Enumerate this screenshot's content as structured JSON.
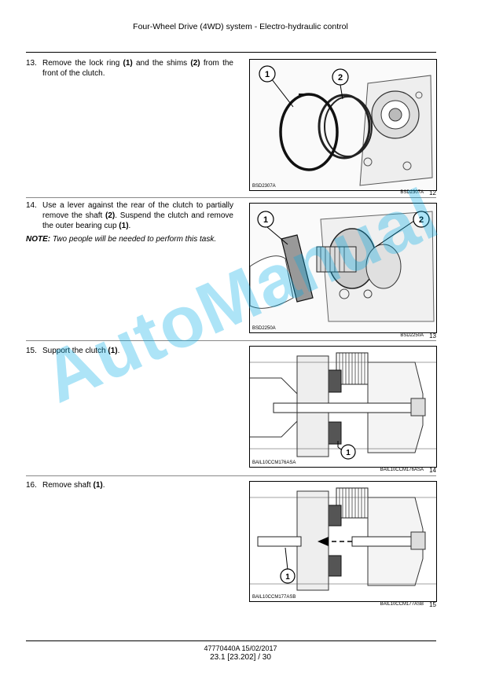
{
  "header": {
    "title": "Four-Wheel Drive (4WD) system - Electro-hydraulic control"
  },
  "steps": [
    {
      "num": "13.",
      "parts": [
        "Remove the lock ring ",
        "(1)",
        " and the shims ",
        "(2)",
        " from the front of the clutch."
      ]
    },
    {
      "num": "14.",
      "parts": [
        "Use a lever against the rear of the clutch to partially remove the shaft ",
        "(2)",
        ". Suspend the clutch and remove the outer bearing cup ",
        "(1)",
        "."
      ]
    },
    {
      "num": "15.",
      "parts": [
        "Support the clutch ",
        "(1)",
        "."
      ]
    },
    {
      "num": "16.",
      "parts": [
        "Remove shaft ",
        "(1)",
        "."
      ]
    }
  ],
  "note": {
    "label": "NOTE:",
    "text": " Two people will be needed to perform this task."
  },
  "figures": [
    {
      "inner_code": "BSD2307A",
      "code": "BSD2307A",
      "number": "12",
      "callouts": [
        "1",
        "2"
      ]
    },
    {
      "inner_code": "BSD2250A",
      "code": "BSD2250A",
      "number": "13",
      "callouts": [
        "1",
        "2"
      ]
    },
    {
      "inner_code": "BAIL10CCM176ASA",
      "code": "BAIL10CCM176ASA",
      "number": "14",
      "callouts": [
        "1"
      ]
    },
    {
      "inner_code": "BAIL10CCM177ASB",
      "code": "BAIL10CCM177ASB",
      "number": "15",
      "callouts": [
        "1"
      ]
    }
  ],
  "watermark": "AutoManual",
  "footer": {
    "line1": "47770440A 15/02/2017",
    "line2": "23.1 [23.202] / 30"
  },
  "colors": {
    "watermark": "#00aae6",
    "text": "#000000"
  }
}
